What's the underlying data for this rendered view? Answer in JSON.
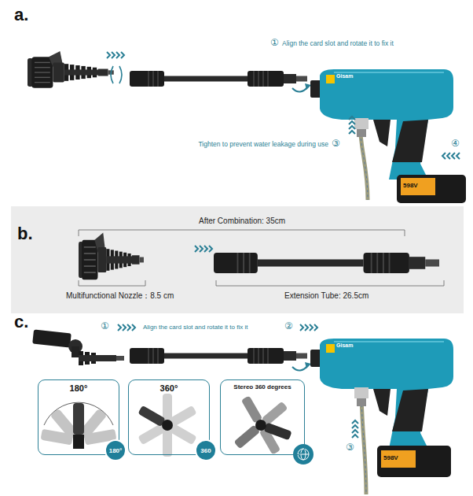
{
  "diagram": {
    "nodes": [
      {
        "text": [
          "180°",
          "180°"
        ]
      },
      {
        "text": [
          "360°",
          "360"
        ]
      },
      {
        "text": [
          "Stereo 360 degrees"
        ]
      }
    ],
    "edges": [],
    "labels": [
      "a.",
      "①",
      "Align the card slot and rotate it to fix it",
      "Gisam",
      "Tighten to prevent water leakage during use",
      "③",
      "④",
      "598V",
      "b.",
      "After Combination: 35cm",
      "Multifunctional Nozzle：8.5 cm",
      "Extension Tube: 26.5cm",
      "c.",
      "①",
      "Align the card slot and rotate it to fix it",
      "②",
      "Gisam",
      "③",
      "598V"
    ]
  }
}
